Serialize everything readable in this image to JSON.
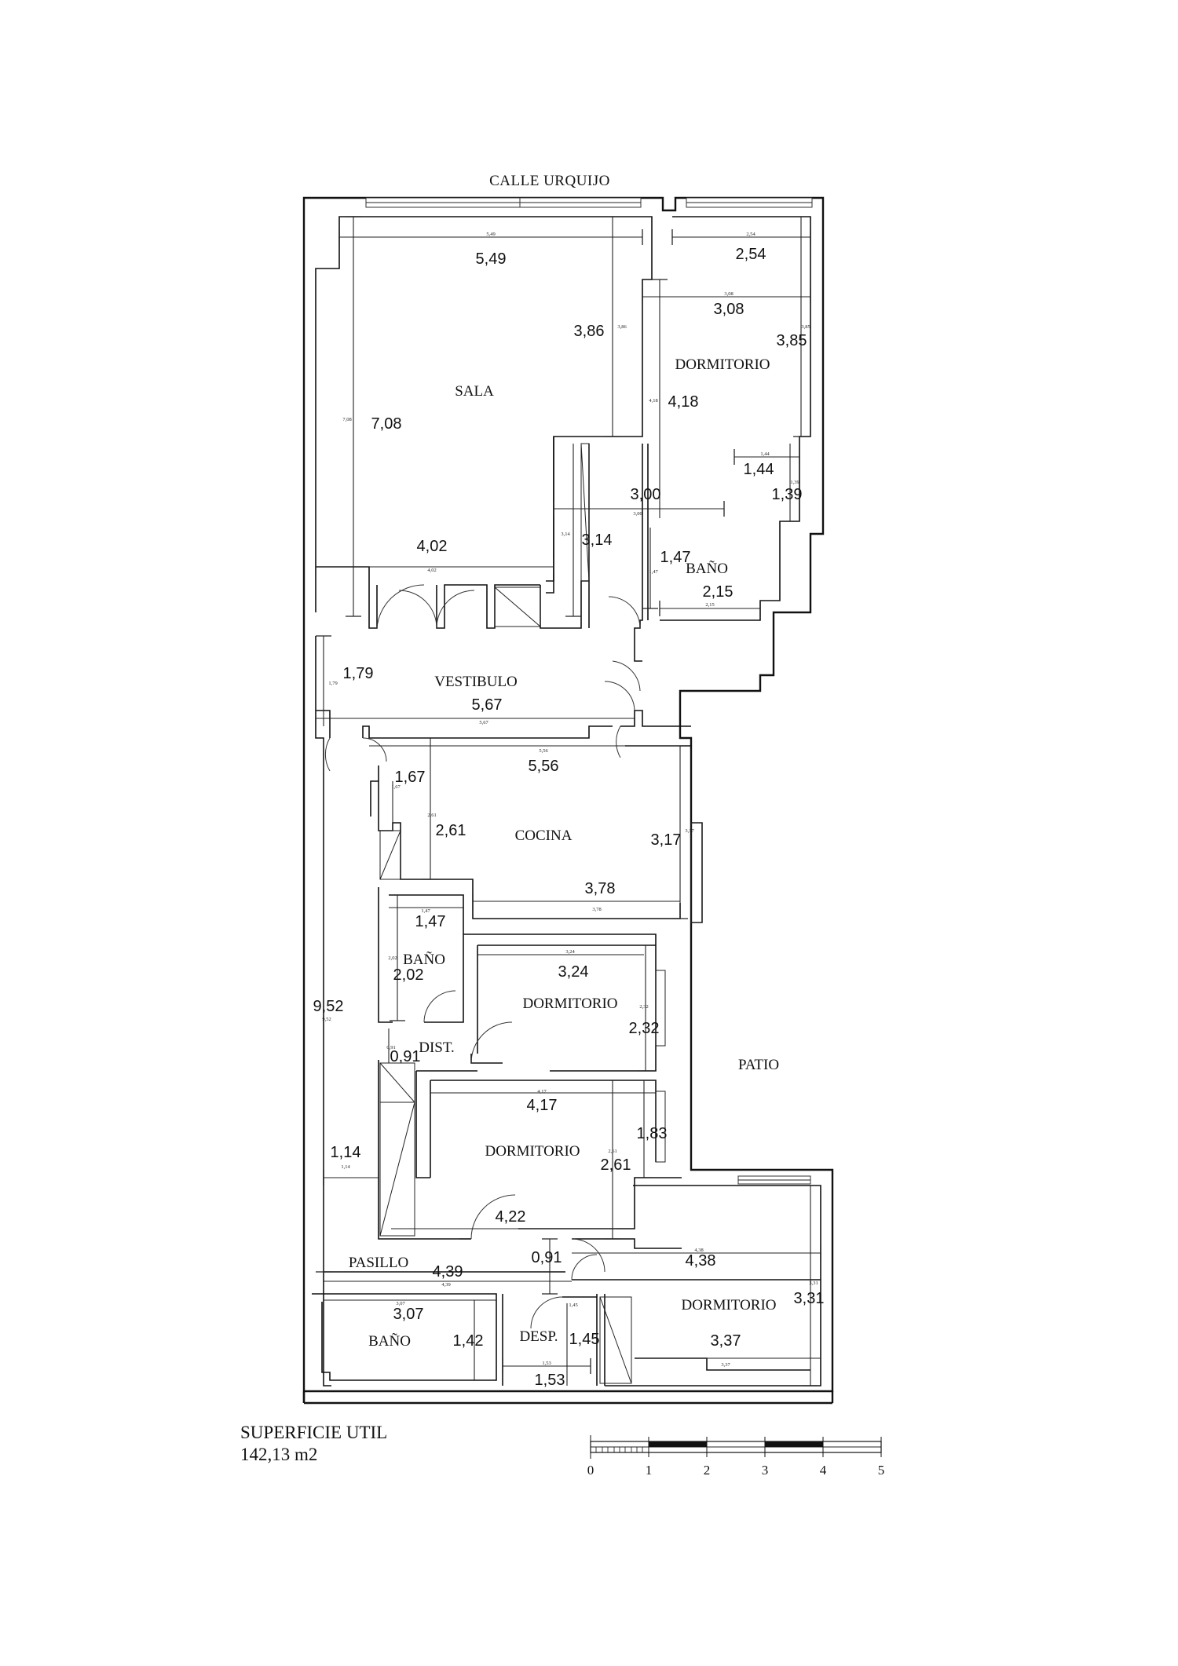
{
  "street": "CALLE URQUIJO",
  "rooms": {
    "sala": "SALA",
    "dormitorio_1": "DORMITORIO",
    "bano_1": "BAÑO",
    "vestibulo": "VESTIBULO",
    "cocina": "COCINA",
    "bano_2": "BAÑO",
    "dormitorio_2": "DORMITORIO",
    "dist": "DIST.",
    "patio": "PATIO",
    "dormitorio_3": "DORMITORIO",
    "pasillo": "PASILLO",
    "bano_3": "BAÑO",
    "desp": "DESP.",
    "dormitorio_4": "DORMITORIO"
  },
  "dimensions": {
    "sala_width_top": "5,49",
    "sala_right_height": "3,86",
    "sala_height": "7,08",
    "sala_width_bottom": "4,02",
    "sala_passage_height": "3,14",
    "dorm1_width_top": "2,54",
    "dorm1_width_mid": "3,08",
    "dorm1_height_right": "3,85",
    "dorm1_height_left": "4,18",
    "dorm1_width_bottom": "3,00",
    "bano1_niche_width": "1,44",
    "bano1_niche_height": "1,39",
    "bano1_height": "1,47",
    "bano1_width": "2,15",
    "vestibulo_height": "1,79",
    "vestibulo_width": "5,67",
    "cocina_width_top": "5,56",
    "cocina_entry_width": "1,67",
    "cocina_height_left": "2,61",
    "cocina_height_right": "3,17",
    "cocina_width_bottom": "3,78",
    "bano2_width": "1,47",
    "bano2_height": "2,02",
    "dorm2_width": "3,24",
    "dorm2_height": "2,32",
    "dist_width": "0,91",
    "corridor_length": "9,52",
    "dorm3_width_top": "4,17",
    "dorm3_height_right": "1,83",
    "dorm3_height": "2,61",
    "dorm3_width_bottom": "4,22",
    "corridor_width": "1,14",
    "pasillo_passage": "0,91",
    "pasillo_length": "4,39",
    "dorm4_width_top": "4,38",
    "dorm4_height": "3,31",
    "dorm4_width_bottom": "3,37",
    "bano3_width": "3,07",
    "bano3_height": "1,42",
    "desp_height": "1,45",
    "desp_width": "1,53"
  },
  "surface": {
    "label": "SUPERFICIE UTIL",
    "value": "142,13 m2"
  },
  "scale": {
    "labels": [
      "0",
      "1",
      "2",
      "3",
      "4",
      "5"
    ]
  }
}
